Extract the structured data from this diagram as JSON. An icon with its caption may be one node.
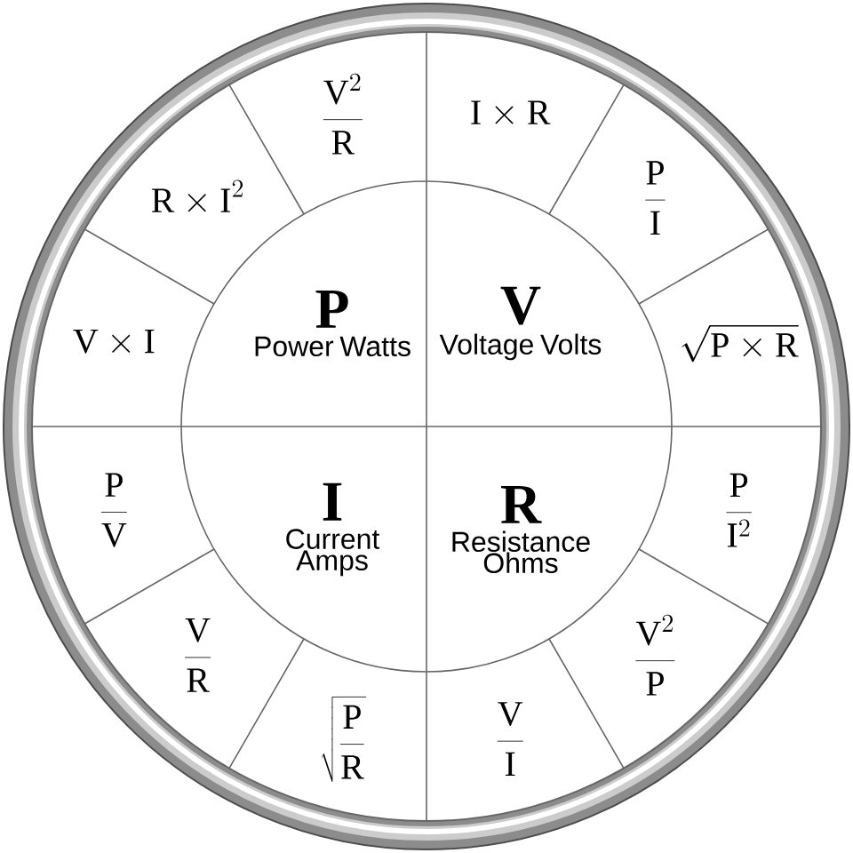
{
  "diagram": {
    "nodes": [
      {
        "text": [
          "P",
          "Power Watts"
        ]
      },
      {
        "text": [
          "V",
          "Voltage Volts"
        ]
      },
      {
        "text": [
          "I",
          "Current Amps"
        ]
      },
      {
        "text": [
          "R",
          "Resistance Ohms"
        ]
      },
      {
        "text": [
          "\\frac{\\mathrm{V}^{2}}{\\mathrm{R}}"
        ]
      },
      {
        "text": [
          "\\mathrm{I\\times R}"
        ]
      },
      {
        "text": [
          "\\mathrm{R\\times I}^{2}"
        ]
      },
      {
        "text": [
          "\\frac{\\mathrm{P}}{\\mathrm{I}}"
        ]
      },
      {
        "text": [
          "\\mathrm{V\\times I}"
        ]
      },
      {
        "text": [
          "\\sqrt{\\mathrm{P\\times R}}"
        ]
      },
      {
        "text": [
          "\\frac{\\mathrm{P}}{\\mathrm{V}}"
        ]
      },
      {
        "text": [
          "\\frac{\\mathrm{P}}{\\mathrm{I}^{2}}"
        ]
      },
      {
        "text": [
          "\\frac{\\mathrm{V}}{\\mathrm{R}}"
        ]
      },
      {
        "text": [
          "\\frac{\\mathrm{V}^{2}}{\\mathrm{P}}"
        ]
      },
      {
        "text": [
          "\\sqrt{\\frac{\\mathrm{P}}{\\mathrm{R}}}"
        ]
      },
      {
        "text": [
          "\\frac{\\mathrm{V}}{\\mathrm{I}}"
        ]
      }
    ]
  }
}
